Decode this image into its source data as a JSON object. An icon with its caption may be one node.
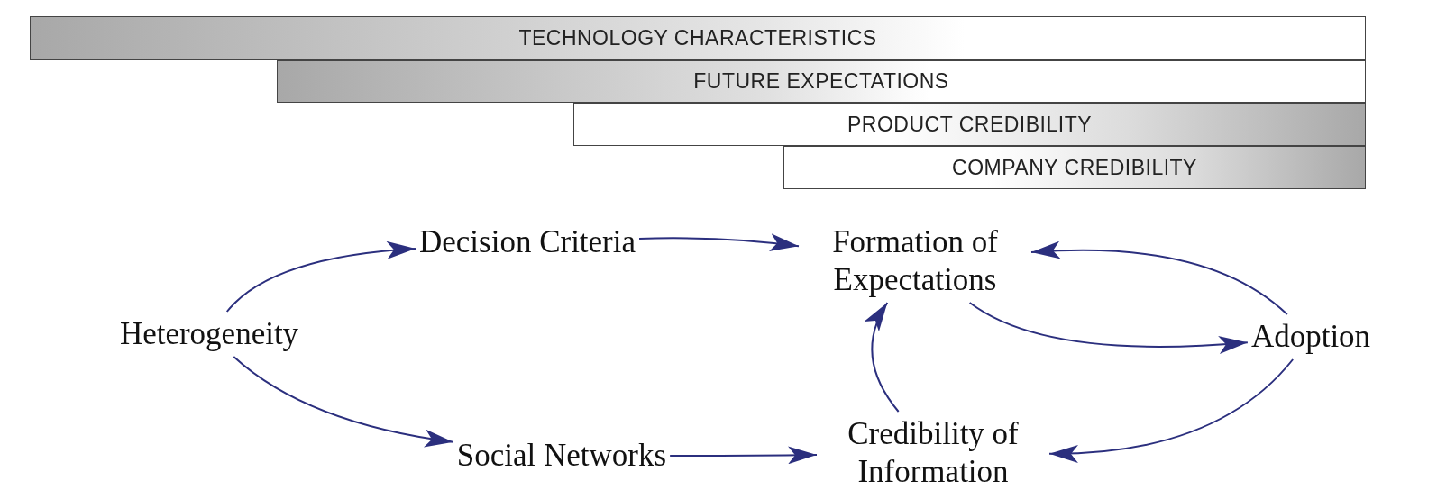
{
  "diagram": {
    "nodes": [
      {
        "text": [
          "TECHNOLOGY CHARACTERISTICS"
        ]
      },
      {
        "text": [
          "FUTURE EXPECTATIONS"
        ]
      },
      {
        "text": [
          "PRODUCT CREDIBILITY"
        ]
      },
      {
        "text": [
          "COMPANY CREDIBILITY"
        ]
      },
      {
        "text": [
          "Heterogeneity"
        ]
      },
      {
        "text": [
          "Decision Criteria"
        ]
      },
      {
        "text": [
          "Formation of Expectations"
        ]
      },
      {
        "text": [
          "Adoption"
        ]
      },
      {
        "text": [
          "Social Networks"
        ]
      },
      {
        "text": [
          "Credibility of Information"
        ]
      }
    ],
    "edges": [
      {
        "from": 4,
        "to": 5,
        "arrow": "to"
      },
      {
        "from": 4,
        "to": 8,
        "arrow": "to"
      },
      {
        "from": 5,
        "to": 6,
        "arrow": "to"
      },
      {
        "from": 8,
        "to": 9,
        "arrow": "to"
      },
      {
        "from": 9,
        "to": 6,
        "arrow": "to"
      },
      {
        "from": 6,
        "to": 7,
        "arrow": "to"
      },
      {
        "from": 7,
        "to": 6,
        "arrow": "to"
      },
      {
        "from": 7,
        "to": 9,
        "arrow": "to"
      }
    ]
  }
}
